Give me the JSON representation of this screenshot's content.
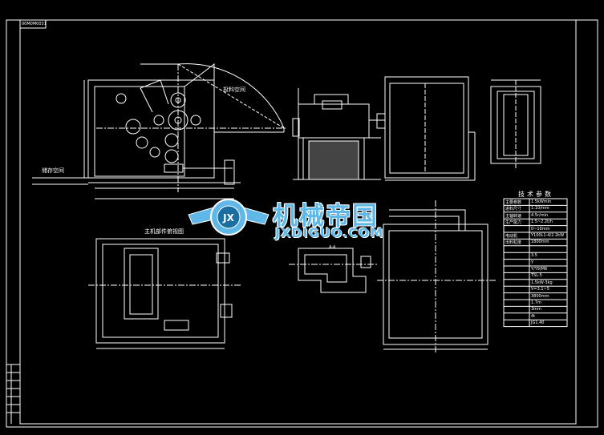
{
  "drawing": {
    "title_block_code": "00M0M0031",
    "label_storage_space": "储存空间",
    "label_feed_space": "投料空间",
    "label_top_view": "主机部件俯视图",
    "label_section": "A-A",
    "params_table": {
      "title": "技术参数",
      "rows": [
        [
          "主要参数",
          "1.5kWmin"
        ],
        [
          "进料尺寸",
          "1:10/mm"
        ],
        [
          "主轴转速",
          "4.5r/min"
        ],
        [
          "生产能力",
          "1.5~2.2t/h"
        ],
        [
          "",
          "0~10mm"
        ],
        [
          "电动机",
          "Y100L1-4/2.2kW"
        ],
        [
          "出料粒度",
          "1800mm"
        ],
        [
          "",
          ""
        ],
        [
          "",
          "3.5"
        ],
        [
          "",
          "Y"
        ],
        [
          "",
          "Y/Y9/M6"
        ],
        [
          "",
          "TSL-5"
        ],
        [
          "",
          "1.5kW·3kg"
        ],
        [
          "",
          "V=3.1~5"
        ],
        [
          "",
          "3800mm"
        ],
        [
          "",
          "1.7m"
        ],
        [
          "",
          "3mm"
        ],
        [
          "",
          "4t"
        ],
        [
          "",
          "JG1.40"
        ]
      ]
    }
  },
  "watermark": {
    "logo_letters": "JX",
    "cn_text": "机械帝国",
    "en_text": "JXDIGUO.COM",
    "color": "#5fb8e8"
  }
}
